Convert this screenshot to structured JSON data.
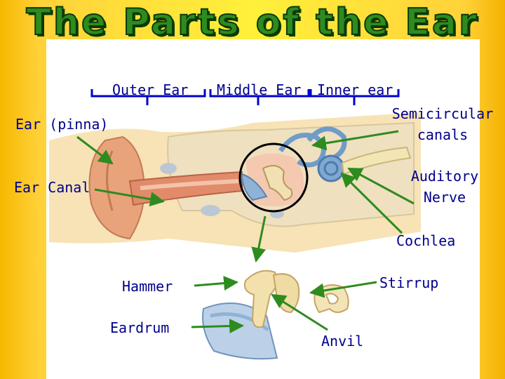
{
  "title": "The Parts of the Ear",
  "sections": {
    "outer": "Outer Ear",
    "middle": "Middle Ear",
    "inner": "Inner ear"
  },
  "labels": {
    "ear_pinna": "Ear (pinna)",
    "ear_canal": "Ear Canal",
    "semicircular_1": "Semicircular",
    "semicircular_2": "canals",
    "auditory_1": "Auditory",
    "auditory_2": "Nerve",
    "cochlea": "Cochlea",
    "hammer": "Hammer",
    "stirrup": "Stirrup",
    "eardrum": "Eardrum",
    "anvil": "Anvil"
  },
  "colors": {
    "title_fill": "#2e8b1f",
    "label_text": "#00008b",
    "arrow": "#2e8b1f",
    "bracket": "#0000cc",
    "background": "#ffe030"
  }
}
